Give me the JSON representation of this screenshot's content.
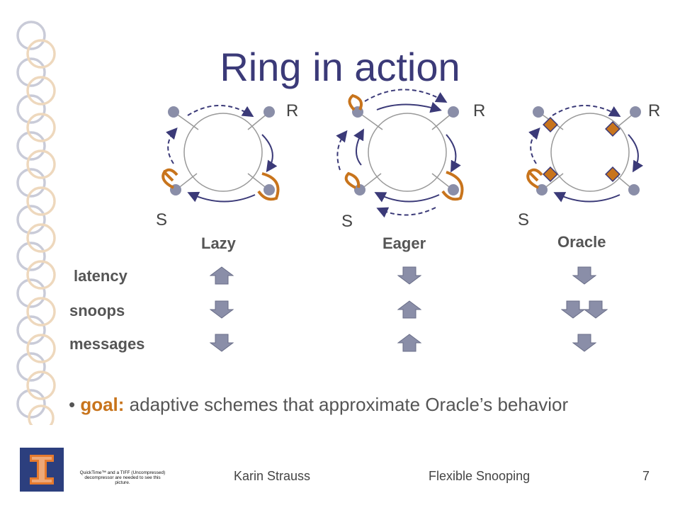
{
  "slide": {
    "title": "Ring in action",
    "diagrams": [
      {
        "name": "Lazy",
        "source": "S",
        "requester": "R"
      },
      {
        "name": "Eager",
        "source": "S",
        "requester": "R"
      },
      {
        "name": "Oracle",
        "source": "S",
        "requester": "R"
      }
    ],
    "rows": [
      "latency",
      "snoops",
      "messages"
    ],
    "bullet": {
      "keyword": "goal:",
      "text": " adaptive schemes that approximate Oracle’s behavior"
    },
    "footer": {
      "author": "Karin Strauss",
      "topic": "Flexible Snooping",
      "page": "7",
      "quicktime_note": "QuickTime™ and a TIFF (Uncompressed) decompressor are needed to see this picture."
    },
    "colors": {
      "title": "#3b3a78",
      "accent_orange": "#c8741c",
      "arrow_gray": "#8a8ea8",
      "ring_line": "#3b3a78",
      "logo_blue": "#2c3f7e"
    },
    "indicators": {
      "lazy": [
        "up-arrow-icon",
        "down-arrow-icon",
        "down-arrow-icon"
      ],
      "eager": [
        "down-arrow-icon",
        "up-arrow-icon",
        "up-arrow-icon"
      ],
      "oracle": [
        "down-arrow-icon",
        "double-down-arrow-icon",
        "down-arrow-icon"
      ]
    }
  }
}
